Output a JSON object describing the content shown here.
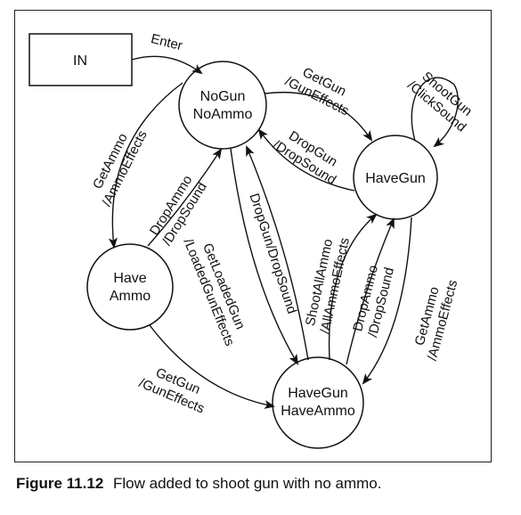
{
  "diagram": {
    "states": {
      "in": "IN",
      "nogun_noammo": [
        "NoGun",
        "NoAmmo"
      ],
      "have_gun": [
        "HaveGun"
      ],
      "have_ammo": [
        "Have",
        "Ammo"
      ],
      "havegun_haveammo": [
        "HaveGun",
        "HaveAmmo"
      ]
    },
    "transitions": {
      "enter": [
        "Enter"
      ],
      "getgun_top": [
        "GetGun",
        "/GunEffects"
      ],
      "shootgun_click": [
        "ShootGun",
        "/ClickSound"
      ],
      "dropgun_top": [
        "DropGun",
        "/DropSound"
      ],
      "getammo_left": [
        "GetAmmo",
        "/AmmoEffects"
      ],
      "dropammo_left": [
        "DropAmmo",
        "/DropSound"
      ],
      "getloadedgun": [
        "GetLoadedGun",
        "/LoadedGunEffects"
      ],
      "dropgun_center": [
        "DropGun/DropSound"
      ],
      "shootallammo": [
        "ShootAllAmmo",
        "/AllAmmoEffects"
      ],
      "dropammo_right": [
        "DropAmmo",
        "/DropSound"
      ],
      "getammo_right": [
        "GetAmmo",
        "/AmmoEffects"
      ],
      "getgun_bottom": [
        "GetGun",
        "/GunEffects"
      ]
    }
  },
  "caption": {
    "figure_number": "Figure 11.12",
    "text": "Flow added to shoot gun with no ammo."
  }
}
